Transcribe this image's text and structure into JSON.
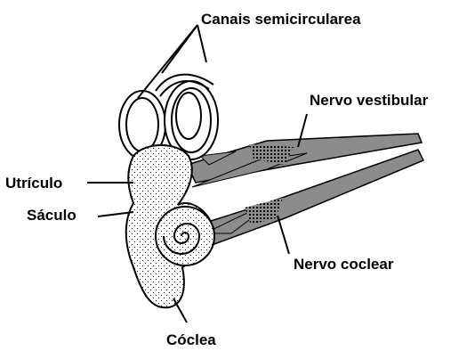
{
  "labels": {
    "canais": "Canais semicircularea",
    "nervo_vestibular": "Nervo vestibular",
    "utriculo": "Utrículo",
    "saculo": "Sáculo",
    "nervo_coclear": "Nervo coclear",
    "coclea": "Cóclea"
  },
  "colors": {
    "ink": "#000000",
    "nerve_fill": "#8c8c8c",
    "background": "#ffffff"
  }
}
